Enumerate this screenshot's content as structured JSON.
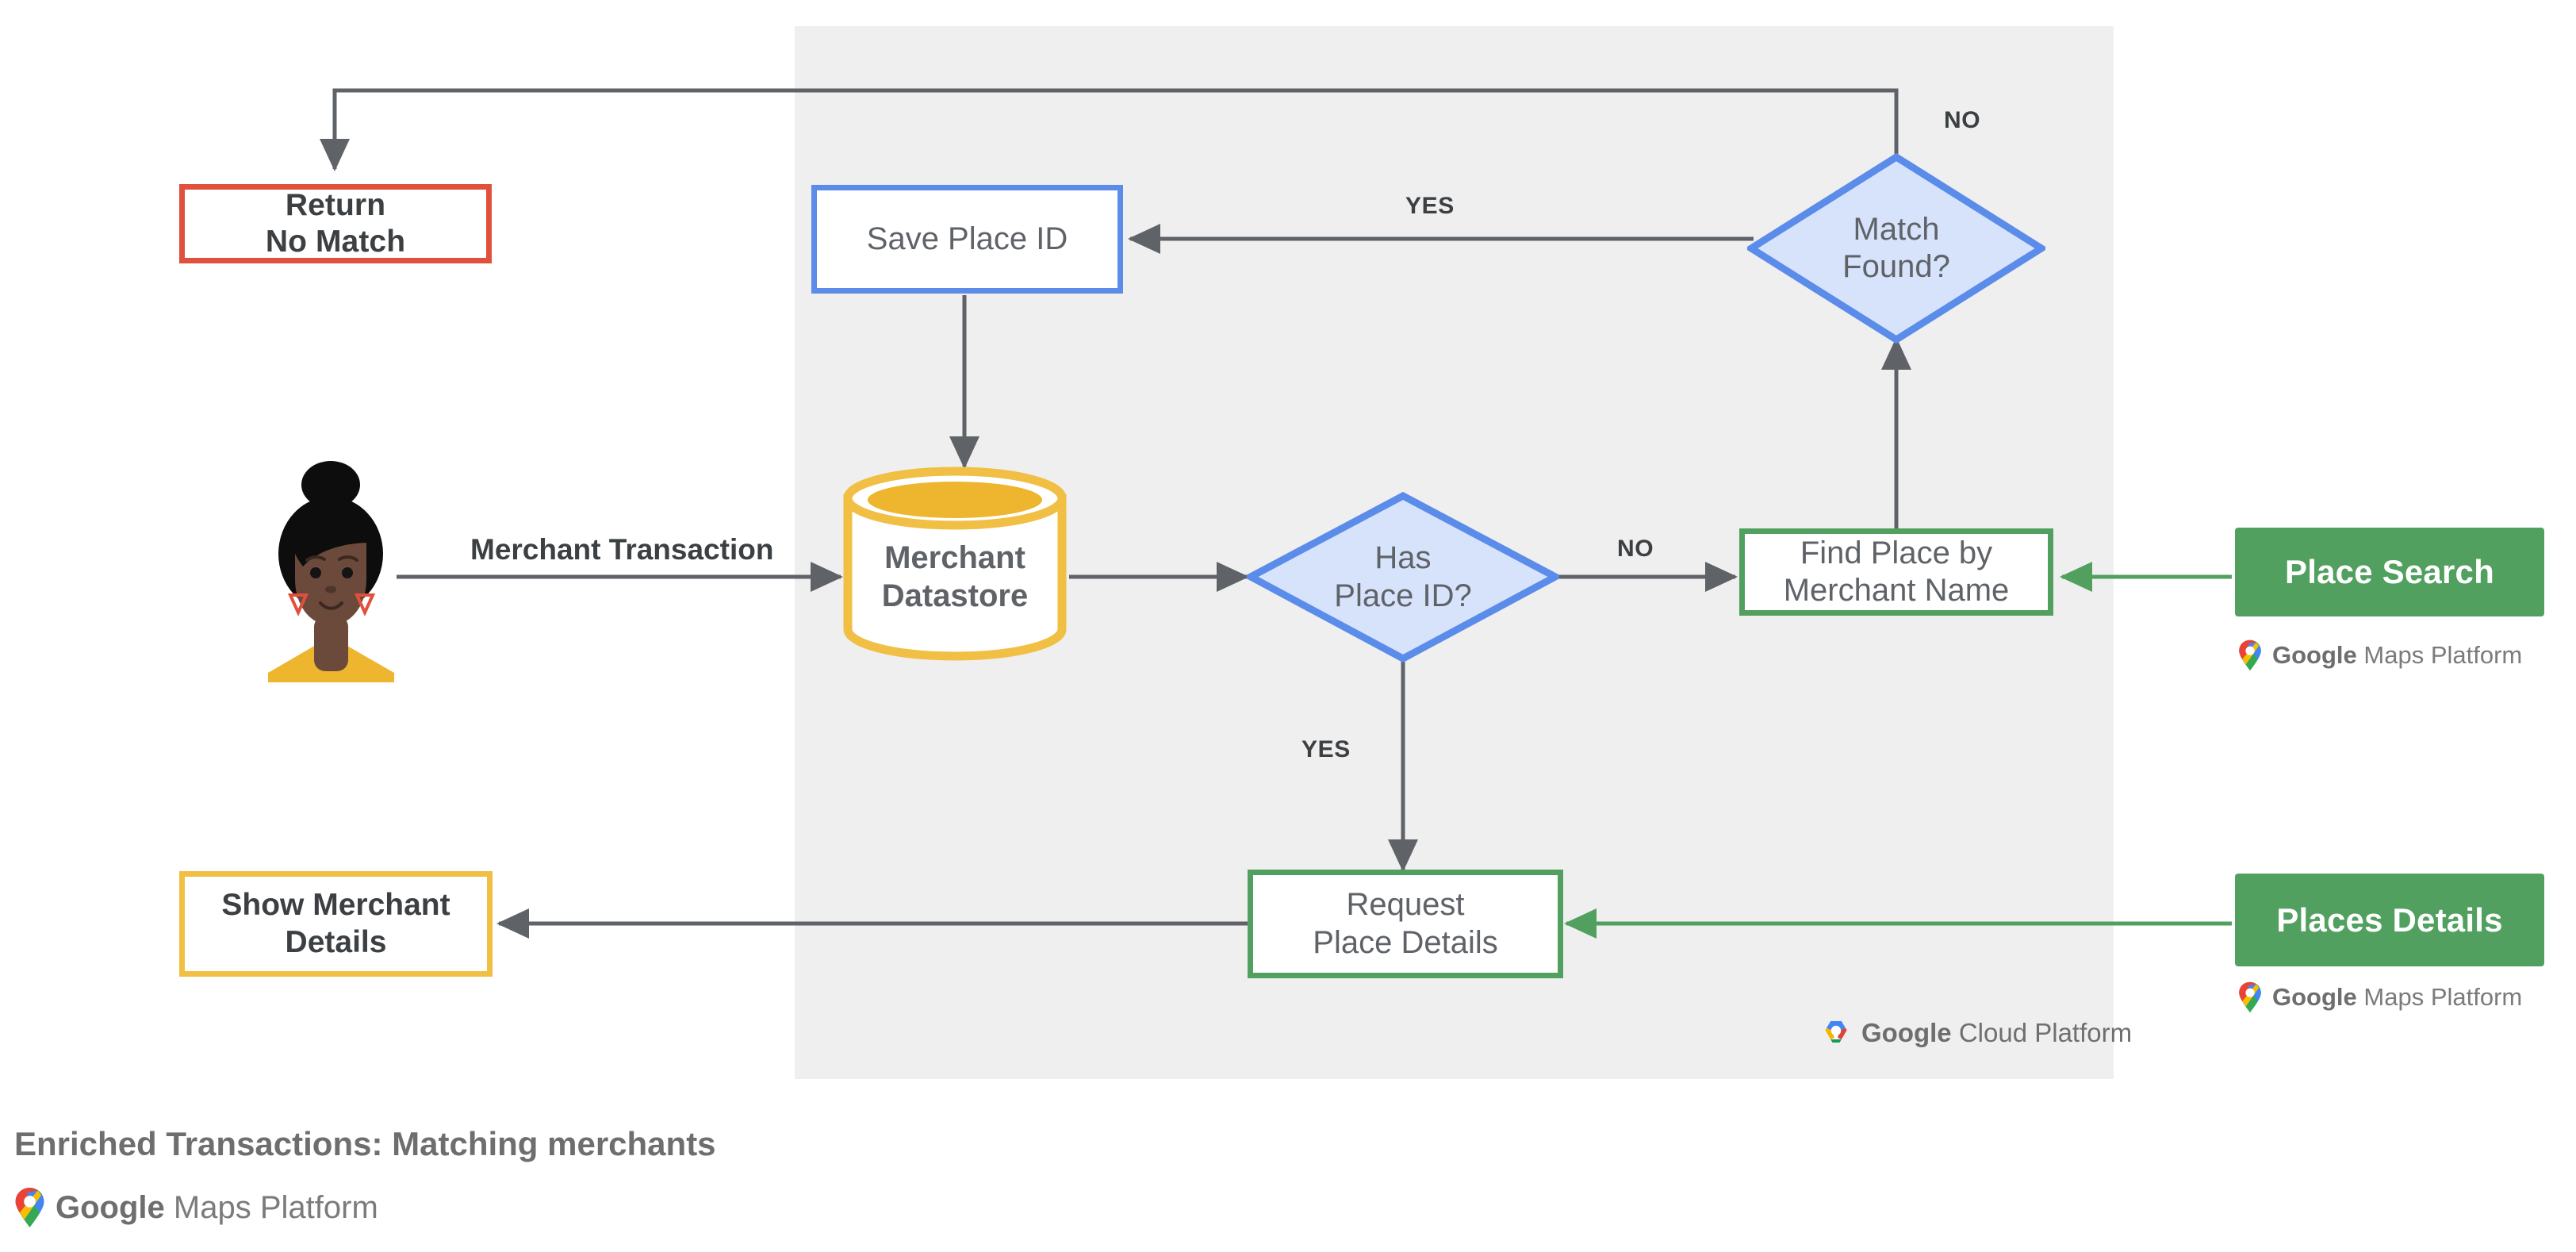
{
  "diagram": {
    "caption": "Enriched Transactions: Matching merchants",
    "panel_label": "google-cloud-platform-region",
    "colors": {
      "panel_bg": "#efefef",
      "red": "#e0503c",
      "blue": "#5b8cea",
      "blue_fill": "#d6e3fb",
      "green": "#52a05f",
      "amber": "#f0bf43",
      "line": "#5f6368",
      "text": "#5f6368"
    }
  },
  "nodes": {
    "return_no_match": {
      "label": "Return\nNo Match"
    },
    "save_place_id": {
      "label": "Save Place ID"
    },
    "match_found": {
      "label": "Match\nFound?"
    },
    "merchant_datastore": {
      "label": "Merchant\nDatastore"
    },
    "has_place_id": {
      "label": "Has\nPlace ID?"
    },
    "find_place_by_merchant_name": {
      "label": "Find Place by\nMerchant Name"
    },
    "request_place_details": {
      "label": "Request\nPlace Details"
    },
    "show_merchant_details": {
      "label": "Show Merchant\nDetails"
    }
  },
  "api_chips": [
    {
      "label": "Place Search",
      "attribution": "Google Maps Platform"
    },
    {
      "label": "Places Details",
      "attribution": "Google Maps Platform"
    }
  ],
  "edge_labels": {
    "merchant_transaction": "Merchant Transaction",
    "match_found_no": "NO",
    "match_found_yes": "YES",
    "has_place_id_no": "NO",
    "has_place_id_yes": "YES"
  },
  "logos": {
    "gcp": {
      "brand": "Google",
      "product": "Cloud Platform"
    },
    "gmp_chip1": {
      "brand": "Google",
      "product": "Maps Platform"
    },
    "gmp_chip2": {
      "brand": "Google",
      "product": "Maps Platform"
    },
    "gmp_footer": {
      "brand": "Google",
      "product": "Maps Platform"
    }
  },
  "actor": {
    "label": "merchant-customer-avatar"
  }
}
